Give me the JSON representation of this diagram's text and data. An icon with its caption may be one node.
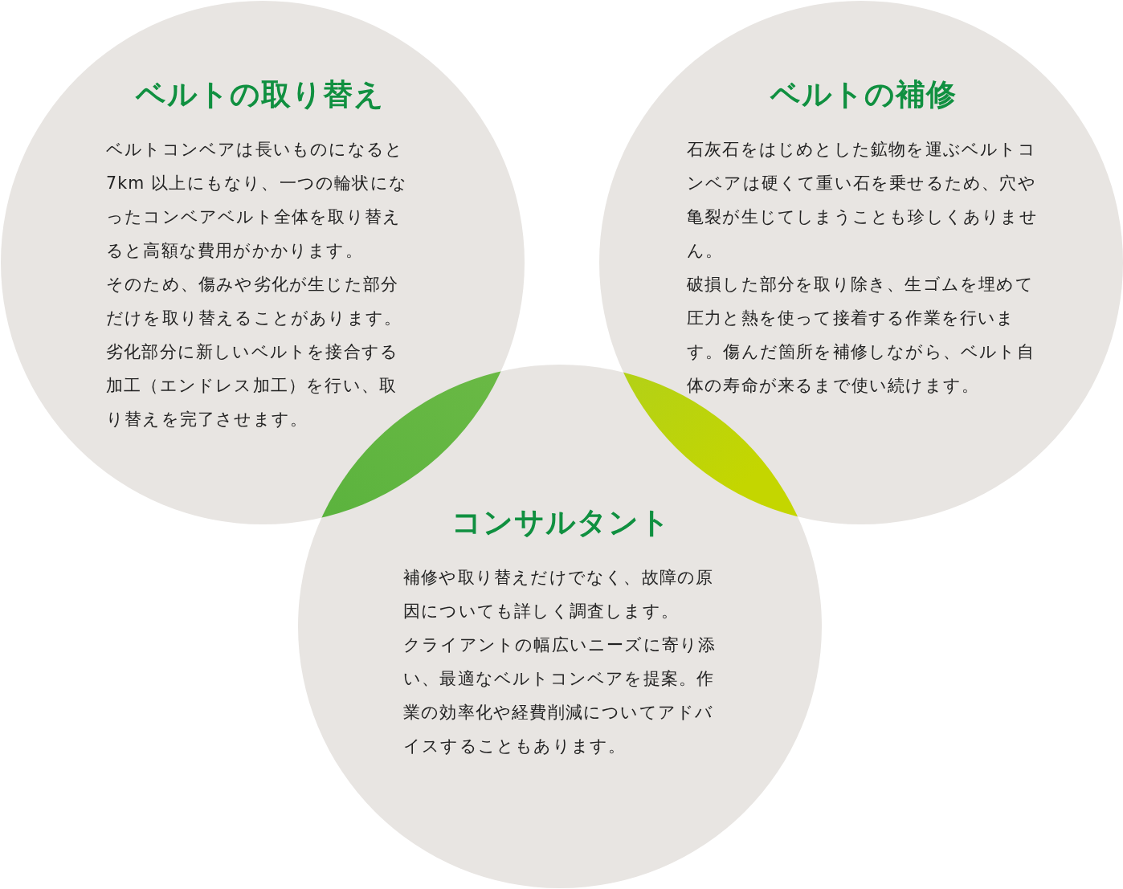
{
  "diagram": {
    "nodes": [
      {
        "text": [
          "ベルトの取り替え",
          "ベルトコンベアは長いものになると7km 以上にもなり、一つの輪状になったコンベアベルト全体を取り替えると高額な費用がかかります。",
          "そのため、傷みや劣化が生じた部分だけを取り替えることがあります。",
          "劣化部分に新しいベルトを接合する加工（エンドレス加工）を行い、取り替えを完了させます。"
        ]
      },
      {
        "text": [
          "ベルトの補修",
          "石灰石をはじめとした鉱物を運ぶベルトコンベアは硬くて重い石を乗せるため、穴や亀裂が生じてしまうことも珍しくありません。",
          "破損した部分を取り除き、生ゴムを埋めて圧力と熱を使って接着する作業を行います。傷んだ箇所を補修しながら、ベルト自体の寿命が来るまで使い続けます。"
        ]
      },
      {
        "text": [
          "コンサルタント",
          "補修や取り替えだけでなく、故障の原因についても詳しく調査します。",
          "クライアントの幅広いニーズに寄り添い、最適なベルトコンベアを提案。作業の効率化や経費削減についてアドバイスすることもあります。"
        ]
      }
    ]
  }
}
